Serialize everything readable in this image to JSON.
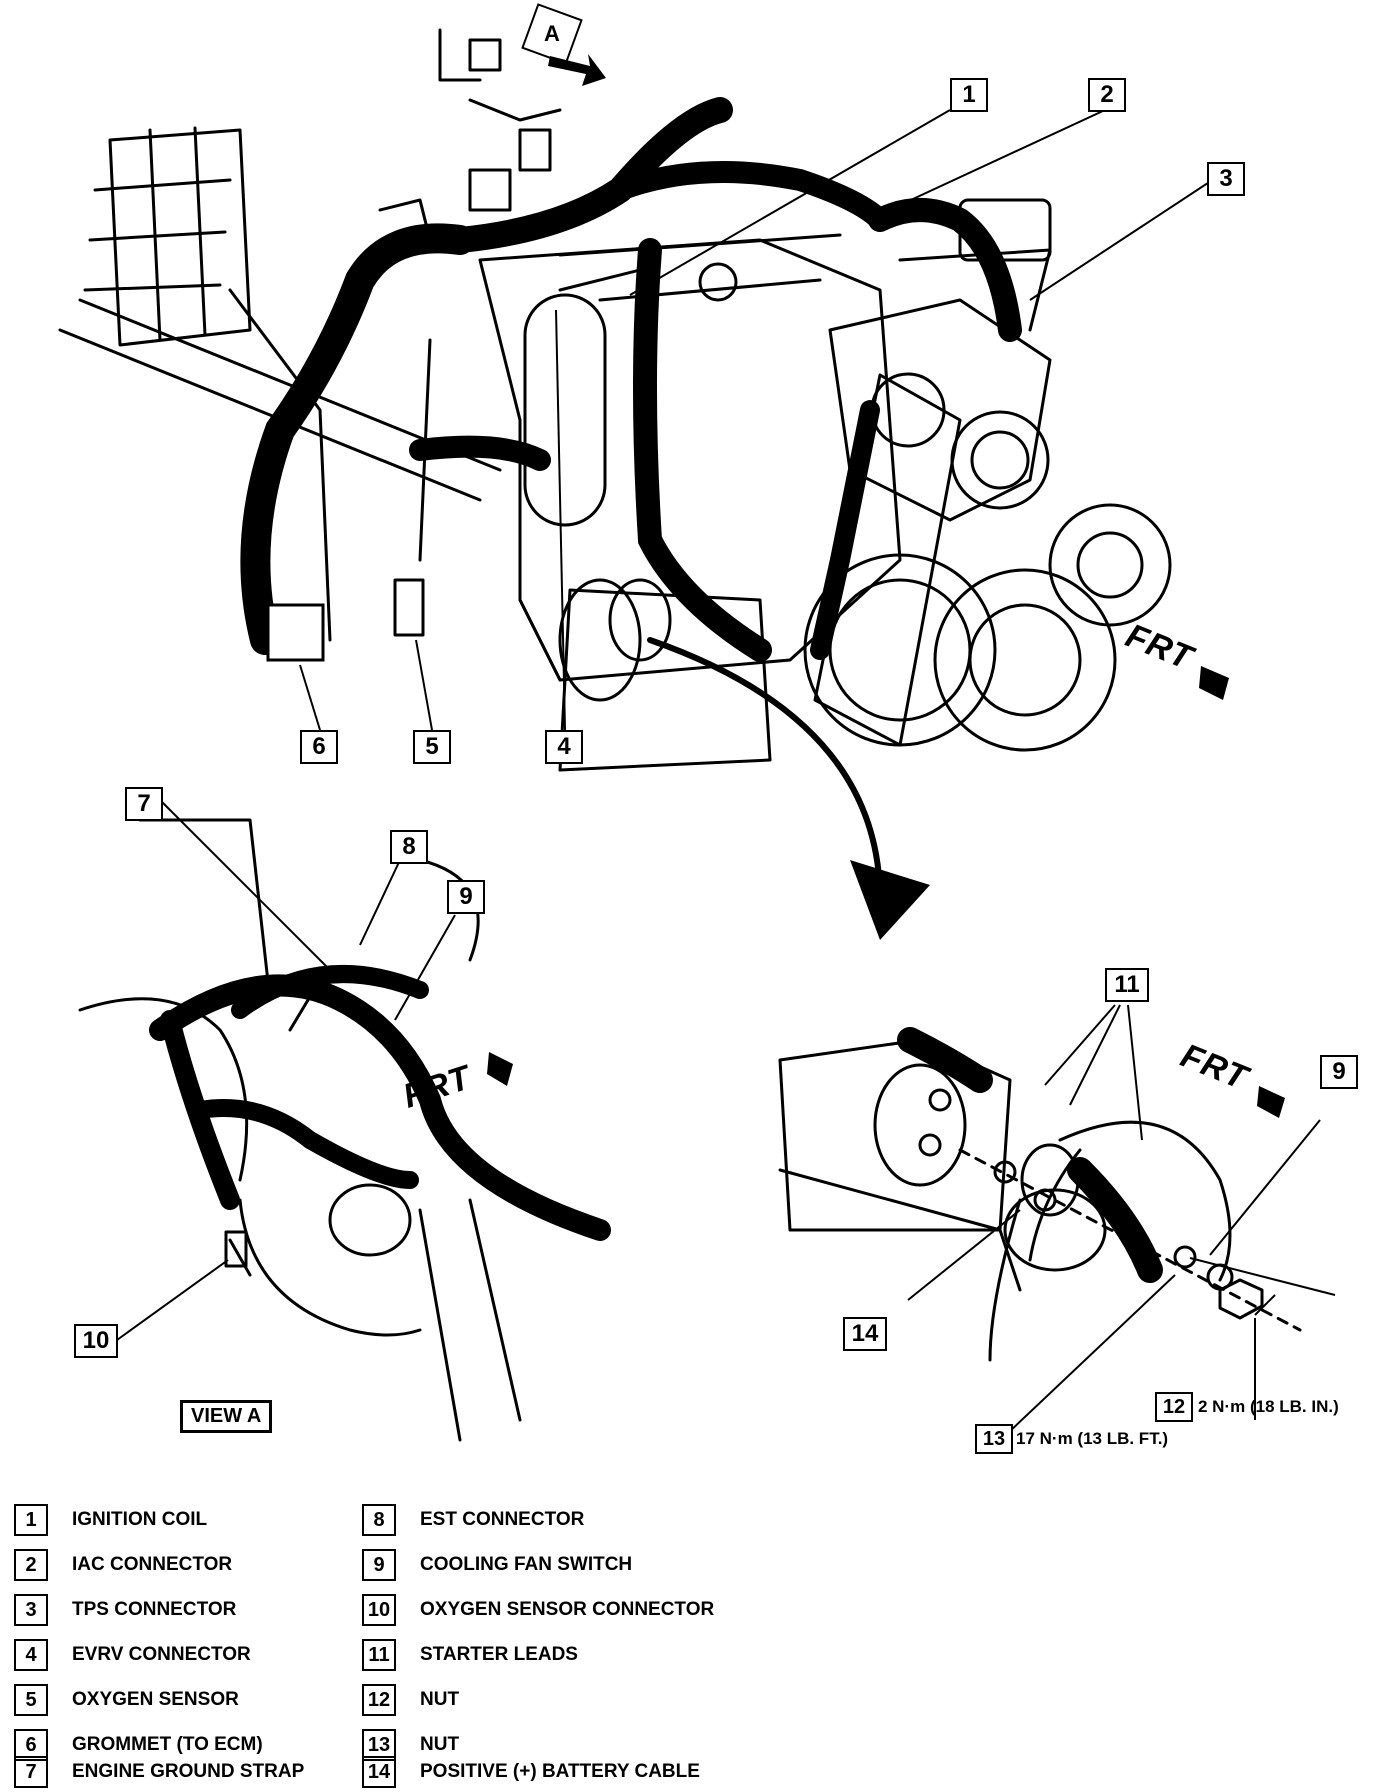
{
  "callouts": {
    "c1": "1",
    "c2": "2",
    "c3": "3",
    "c4": "4",
    "c5": "5",
    "c6": "6",
    "c7": "7",
    "c8": "8",
    "c9a": "9",
    "c9b": "9",
    "c10": "10",
    "c11": "11",
    "c12": "12",
    "c13": "13",
    "c14": "14",
    "view_a_arrow": "A"
  },
  "torque": {
    "nut12": "2 N·m (18 LB. IN.)",
    "nut13": "17 N·m (13 LB. FT.)"
  },
  "frt_labels": {
    "main": "FRT",
    "view_a": "FRT",
    "starter": "FRT"
  },
  "view_label": "VIEW A",
  "legend": [
    {
      "num": "1",
      "text": "IGNITION COIL"
    },
    {
      "num": "2",
      "text": "IAC CONNECTOR"
    },
    {
      "num": "3",
      "text": "TPS CONNECTOR"
    },
    {
      "num": "4",
      "text": "EVRV CONNECTOR"
    },
    {
      "num": "5",
      "text": "OXYGEN SENSOR"
    },
    {
      "num": "6",
      "text": "GROMMET (TO ECM)"
    },
    {
      "num": "7",
      "text": "ENGINE GROUND STRAP"
    },
    {
      "num": "8",
      "text": "EST CONNECTOR"
    },
    {
      "num": "9",
      "text": "COOLING FAN SWITCH"
    },
    {
      "num": "10",
      "text": "OXYGEN SENSOR CONNECTOR"
    },
    {
      "num": "11",
      "text": "STARTER LEADS"
    },
    {
      "num": "12",
      "text": "NUT"
    },
    {
      "num": "13",
      "text": "NUT"
    },
    {
      "num": "14",
      "text": "POSITIVE (+) BATTERY CABLE"
    }
  ]
}
